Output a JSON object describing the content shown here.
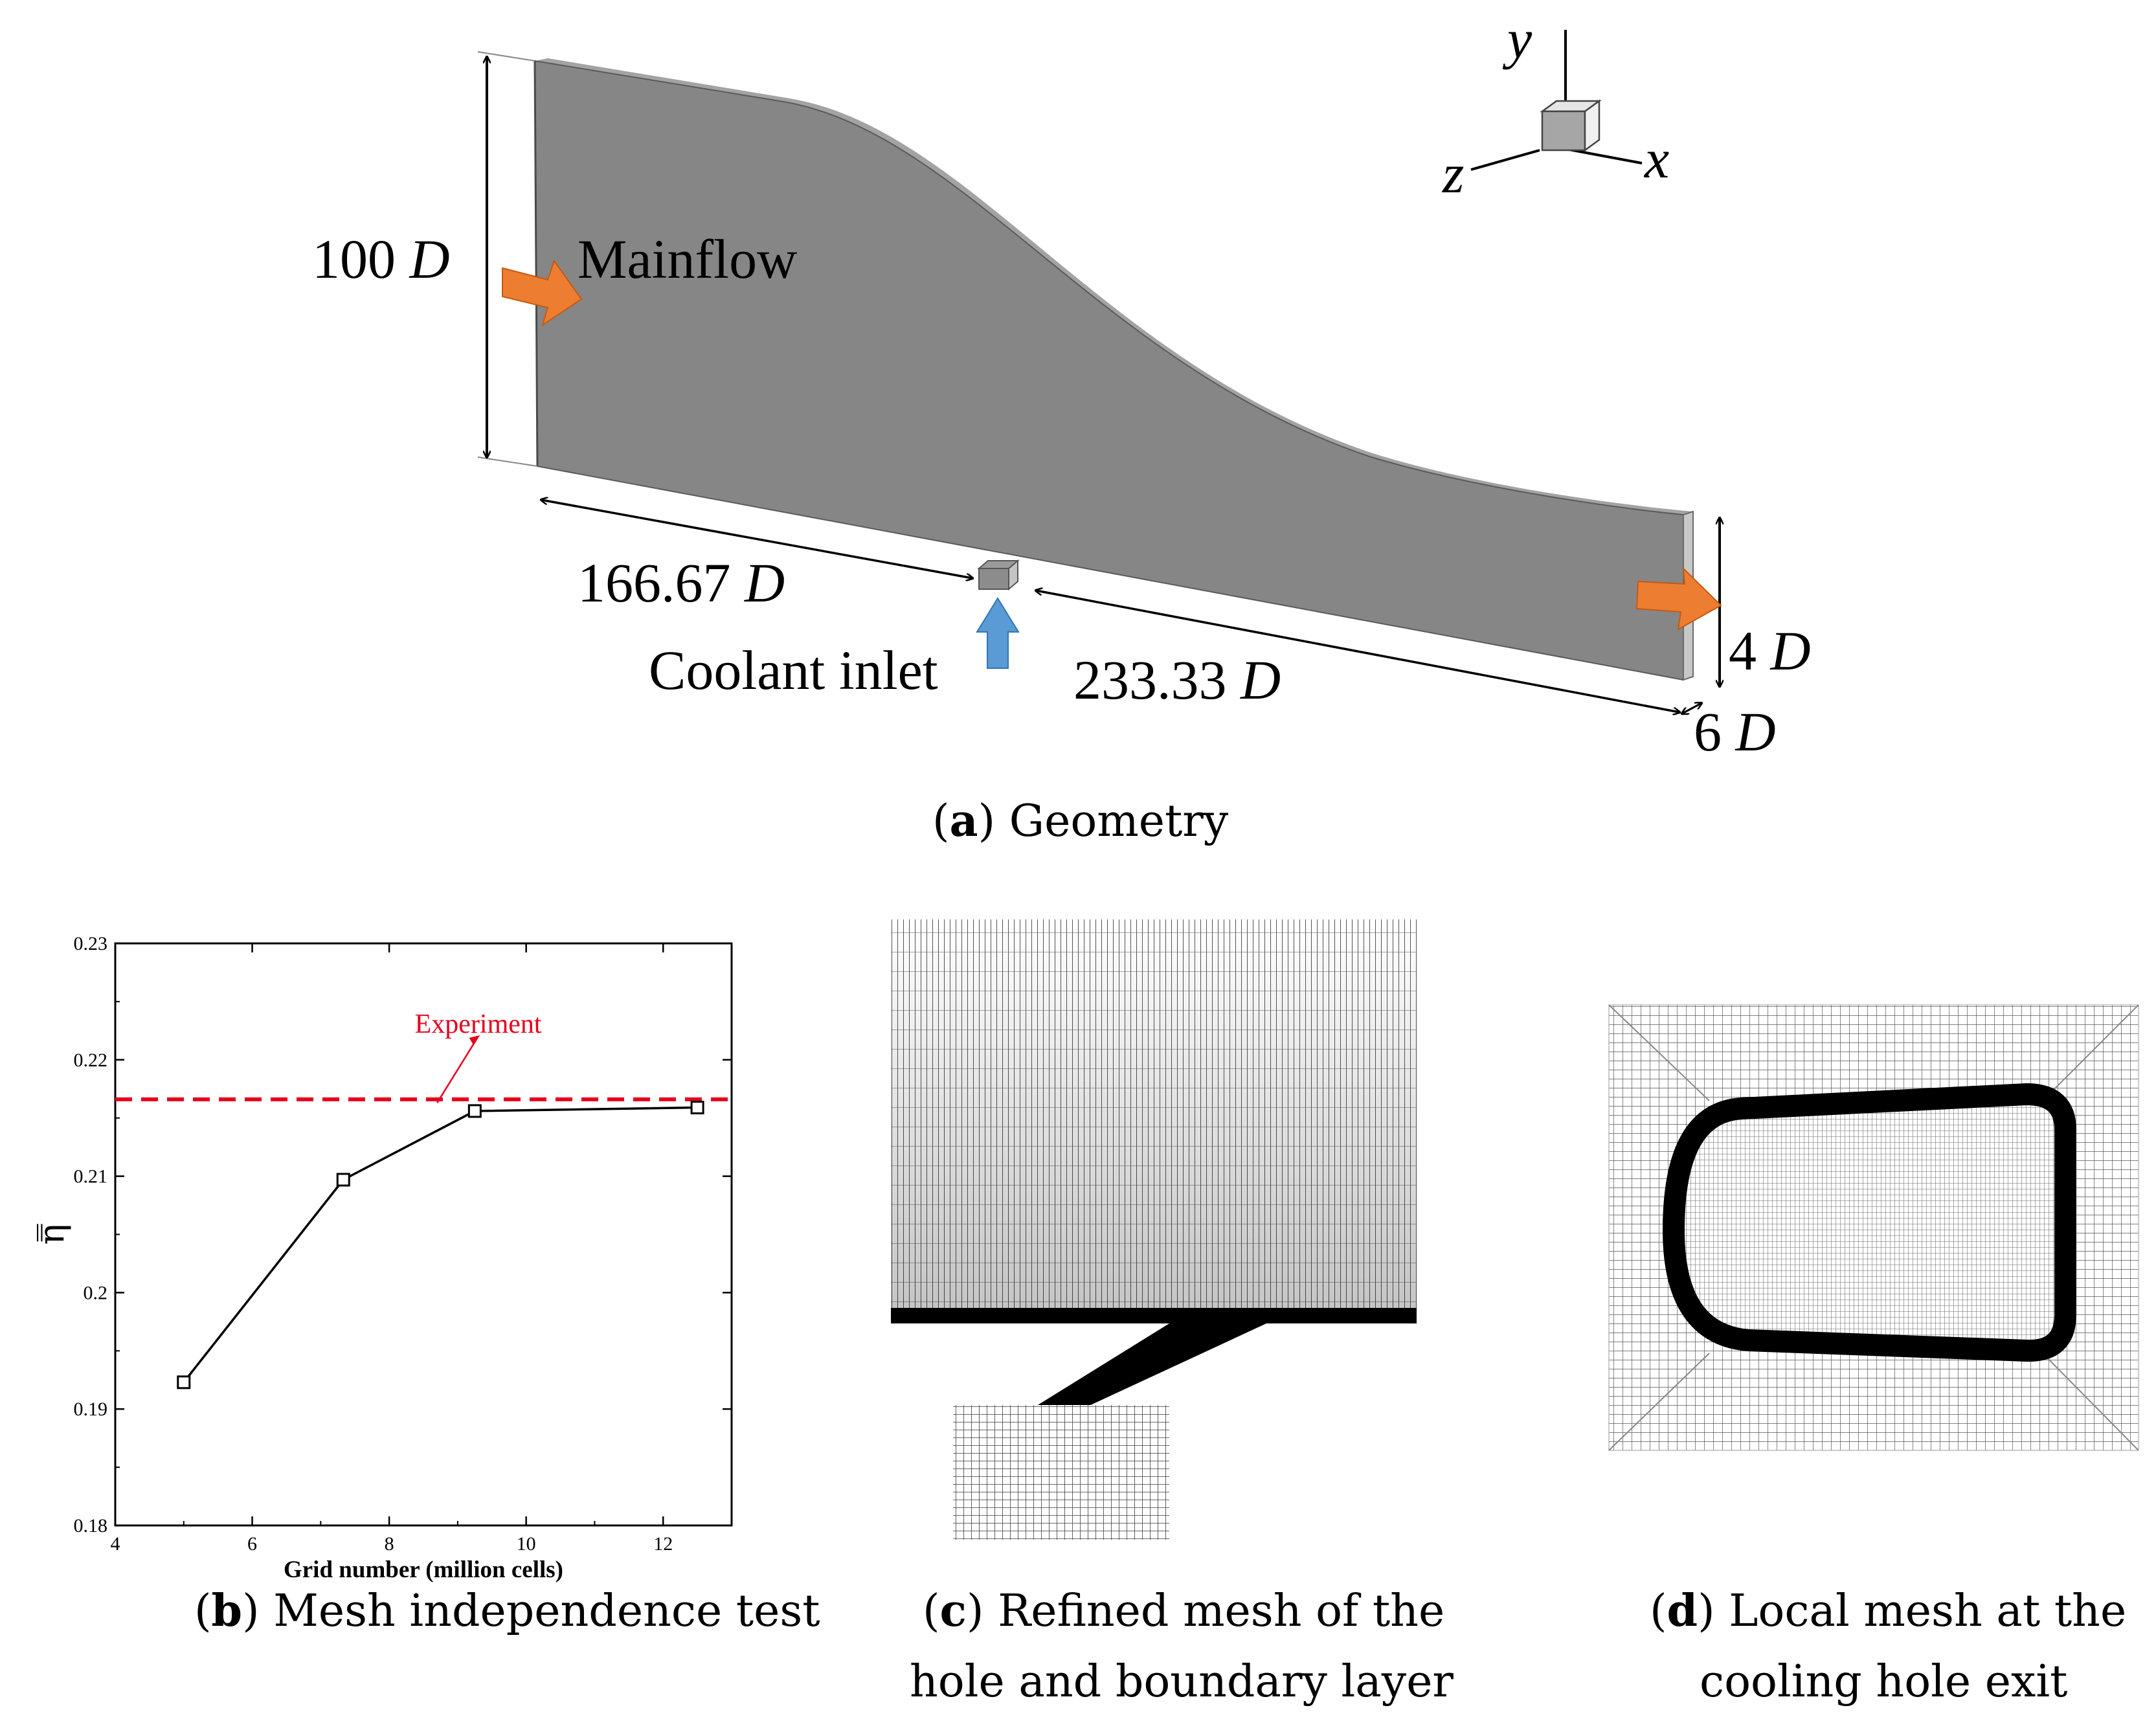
{
  "panel_a": {
    "dimension_height": "100",
    "dimension_length_upstream": "166.67",
    "dimension_length_downstream": "233.33",
    "dimension_outlet_height": "4",
    "dimension_width": "6",
    "unit_symbol": "D",
    "mainflow_label": "Mainflow",
    "coolant_label": "Coolant inlet",
    "axis_x": "x",
    "axis_y": "y",
    "axis_z": "z",
    "caption_letter": "a",
    "caption_text": "Geometry"
  },
  "panel_b": {
    "caption_letter": "b",
    "caption_text": "Mesh independence test"
  },
  "panel_c": {
    "caption_letter": "c",
    "caption_line1": "Refined mesh of the",
    "caption_line2": "hole and boundary layer"
  },
  "panel_d": {
    "caption_letter": "d",
    "caption_line1": "Local mesh at the",
    "caption_line2": "cooling hole exit"
  },
  "colors": {
    "body_gray": "#868686",
    "arrow_orange": "#ed7d31",
    "arrow_blue": "#5b9bd5",
    "reference_red": "#e8001c"
  },
  "chart_data": {
    "type": "line",
    "x": [
      5.0,
      7.33,
      9.25,
      12.5
    ],
    "series": [
      {
        "values": [
          0.1923,
          0.2097,
          0.2156,
          0.2159
        ]
      }
    ],
    "reference_line": {
      "label": "Experiment",
      "value": 0.2166
    },
    "xlabel": "Grid number (million cells)",
    "ylabel": "η̿",
    "xlim": [
      4,
      13
    ],
    "ylim": [
      0.18,
      0.23
    ],
    "x_ticks": [
      "4",
      "6",
      "8",
      "10",
      "12"
    ],
    "y_ticks": [
      "0.18",
      "0.19",
      "0.2",
      "0.21",
      "0.22",
      "0.23"
    ]
  }
}
